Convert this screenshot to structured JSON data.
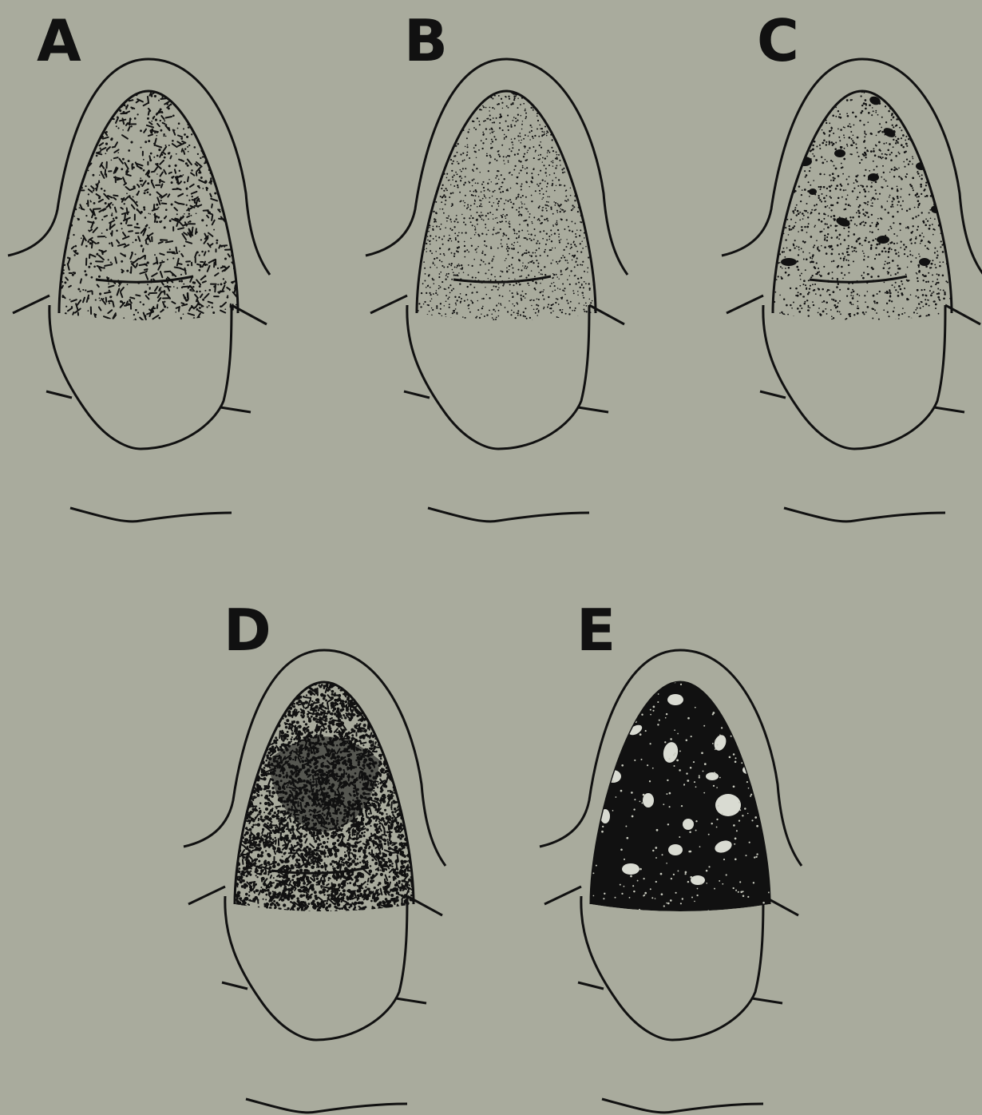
{
  "figure": {
    "background_color": "#a9ab9d",
    "ink_color": "#111111",
    "panels": [
      {
        "label": "A",
        "pattern": "coarse-scattered-flecks"
      },
      {
        "label": "B",
        "pattern": "fine-uniform-stipple-with-dark-edge-spots"
      },
      {
        "label": "C",
        "pattern": "fine-stipple-with-scattered-dark-spots"
      },
      {
        "label": "D",
        "pattern": "dense-dark-mottling"
      },
      {
        "label": "E",
        "pattern": "solid-dark-with-pale-spots"
      }
    ]
  }
}
